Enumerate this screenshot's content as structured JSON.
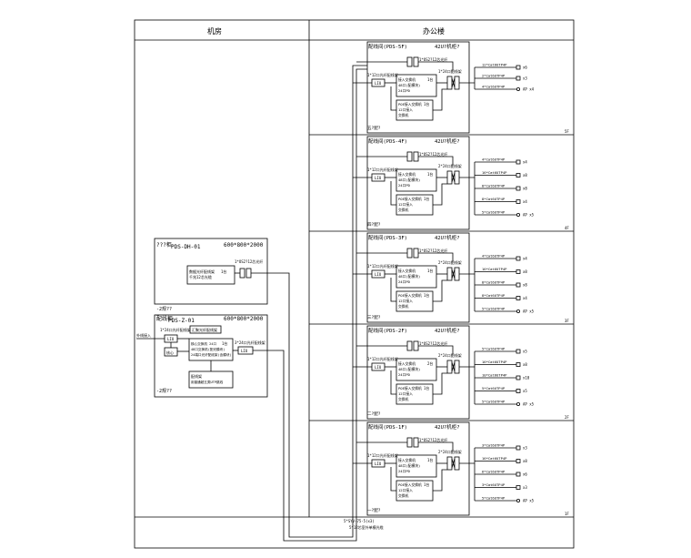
{
  "header": {
    "left": "机房",
    "right": "办公楼"
  },
  "machine_room": {
    "cab1": {
      "title_prefix": "???柜",
      "title_code": "PDS-DH-01",
      "size": "600*800*2000",
      "unit_line1": "数据光纤配线架",
      "unit_line2": "千兆12芯光缆",
      "unit_qty": "1台",
      "fiber_label": "1*OS2?12芯光纤"
    },
    "cab2": {
      "title_prefix": "配线柜",
      "title_code": "PDS-Z-01",
      "size": "600*800*2000",
      "mid_label": "-2规??",
      "top_label": "1*24口光纤配线架",
      "top_box": "汇聚光纤配线架",
      "lu": "LIU",
      "core_box": "核心",
      "sw_line1": "核心交换机 24口",
      "sw_line2": "48口交换机(配光模块)",
      "sw_line3": "24端口光纤配线架(含模块)",
      "sw_qty": "1台",
      "right_label": "3*24口光纤配线架",
      "right_lu": "LIU",
      "bottom_box1": "配线架",
      "bottom_box2": "用普通超五类UTP跳线",
      "bottom_label": "-2规??"
    },
    "ext_label": "外线接入"
  },
  "floors": [
    {
      "header": "配线间(PDS-5F)",
      "rack": "42U?机柜?",
      "fiber_top": "1*OS2?12芯光纤",
      "liu_label": "1*12口光纤配线架",
      "lu": "LIU",
      "sw_line1": "接入交换机",
      "sw_line2": "48口(配模块)",
      "sw_line3": "24口PD",
      "sw_qty": "1台",
      "right_label": "1*24口配线架",
      "pd_line1": "POE接入交换机",
      "pd_line2": "12口接入",
      "pd_line3": "交换机",
      "pd_qty": "1台",
      "footer": "五?配?",
      "side": "5F",
      "drops": [
        {
          "label": "12*Cat6UTP4P",
          "end": "x6"
        },
        {
          "label": "2*Cat6UTP4P",
          "end": "x3"
        },
        {
          "label": "4*Cat6UTP4P",
          "end": "AP x4"
        }
      ]
    },
    {
      "header": "配线间(PDS-4F)",
      "rack": "42U?机柜?",
      "fiber_top": "1*OS2?12芯光纤",
      "liu_label": "1*12口光纤配线架",
      "lu": "LIU",
      "sw_line1": "接入交换机",
      "sw_line2": "48口(配模块)",
      "sw_line3": "24口PD",
      "sw_qty": "1台",
      "right_label": "2*24口配线架",
      "pd_line1": "POE接入交换机",
      "pd_line2": "12口接入",
      "pd_line3": "交换机",
      "pd_qty": "1台",
      "footer": "四?配?",
      "side": "4F",
      "drops": [
        {
          "label": "4*Cat6UTP4P",
          "end": "x4"
        },
        {
          "label": "16*Cat6UTP4P",
          "end": "x8"
        },
        {
          "label": "8*Cat6UTP4P",
          "end": "x8"
        },
        {
          "label": "8*Cat6UTP4P",
          "end": "x4"
        },
        {
          "label": "5*Cat6UTP4P",
          "end": "AP x5"
        }
      ]
    },
    {
      "header": "配线间(PDS-3F)",
      "rack": "42U?机柜?",
      "fiber_top": "1*OS2?12芯光纤",
      "liu_label": "1*12口光纤配线架",
      "lu": "LIU",
      "sw_line1": "接入交换机",
      "sw_line2": "48口(配模块)",
      "sw_line3": "24口PD",
      "sw_qty": "1台",
      "right_label": "2*24口配线架",
      "pd_line1": "POE接入交换机",
      "pd_line2": "12口接入",
      "pd_line3": "交换机",
      "pd_qty": "1台",
      "footer": "三?配?",
      "side": "3F",
      "drops": [
        {
          "label": "4*Cat6UTP4P",
          "end": "x4"
        },
        {
          "label": "16*Cat6UTP4P",
          "end": "x8"
        },
        {
          "label": "8*Cat6UTP4P",
          "end": "x8"
        },
        {
          "label": "8*Cat6UTP4P",
          "end": "x4"
        },
        {
          "label": "5*Cat6UTP4P",
          "end": "AP x5"
        }
      ]
    },
    {
      "header": "配线间(PDS-2F)",
      "rack": "42U?机柜?",
      "fiber_top": "1*OS2?12芯光纤",
      "liu_label": "1*12口光纤配线架",
      "lu": "LIU",
      "sw_line1": "接入交换机",
      "sw_line2": "48口(配模块)",
      "sw_line3": "24口PD",
      "sw_qty": "2台",
      "right_label": "2*24口配线架",
      "pd_line1": "POE接入交换机",
      "pd_line2": "12口接入",
      "pd_line3": "交换机",
      "pd_qty": "1台",
      "footer": "二?配?",
      "side": "2F",
      "drops": [
        {
          "label": "5*Cat6UTP4P",
          "end": "x5"
        },
        {
          "label": "16*Cat6UTP4P",
          "end": "x8"
        },
        {
          "label": "10*Cat6UTP4P",
          "end": "x10"
        },
        {
          "label": "5*Cat6UTP4P",
          "end": "x5"
        },
        {
          "label": "5*Cat6UTP4P",
          "end": "AP x5"
        }
      ]
    },
    {
      "header": "配线间(PDS-1F)",
      "rack": "42U?机柜?",
      "fiber_top": "1*OS2?12芯光纤",
      "liu_label": "1*12口光纤配线架",
      "lu": "LIU",
      "sw_line1": "接入交换机",
      "sw_line2": "48口(配模块)",
      "sw_line3": "24口PD",
      "sw_qty": "1台",
      "right_label": "2*24口配线架",
      "pd_line1": "POE接入交换机",
      "pd_line2": "12口接入",
      "pd_line3": "交换机",
      "pd_qty": "1台",
      "footer": "一?配?",
      "side": "1F",
      "drops": [
        {
          "label": "3*Cat6UTP4P",
          "end": "x3"
        },
        {
          "label": "16*Cat6UTP4P",
          "end": "x8"
        },
        {
          "label": "6*Cat6UTP4P",
          "end": "x6"
        },
        {
          "label": "3*Cat6UTP4P",
          "end": "x3"
        },
        {
          "label": "5*Cat6UTP4P",
          "end": "AP x5"
        }
      ]
    }
  ],
  "bottom": {
    "line1": "5*SYV-75-5(x3)",
    "line2": "5*12芯室外单模光缆"
  }
}
